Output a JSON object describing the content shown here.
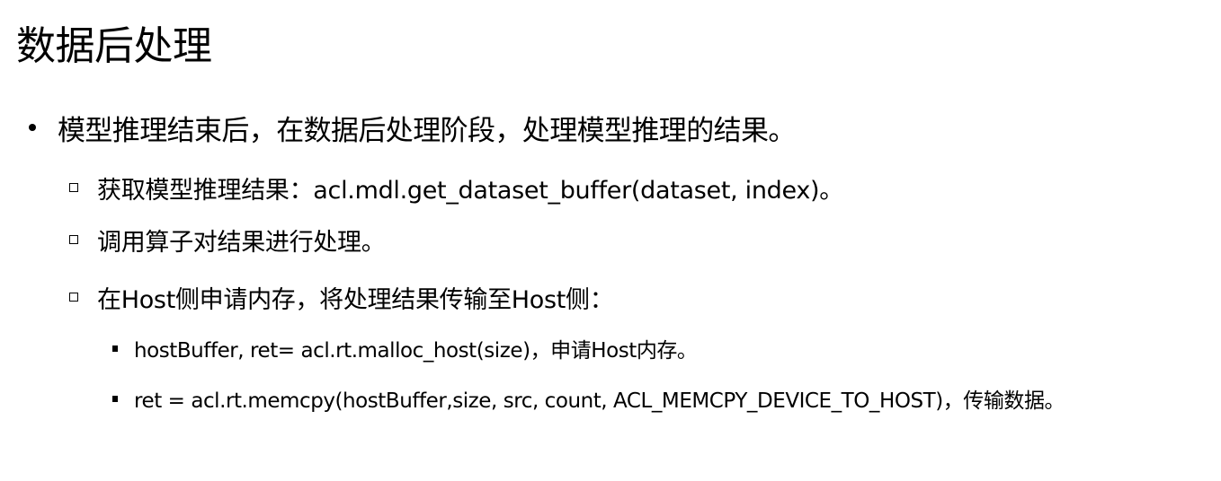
{
  "slide": {
    "title": "数据后处理",
    "bullets": [
      {
        "text": "模型推理结束后，在数据后处理阶段，处理模型推理的结果。",
        "children": [
          {
            "text": "获取模型推理结果：acl.mdl.get_dataset_buffer(dataset, index)。"
          },
          {
            "text": "调用算子对结果进行处理。"
          },
          {
            "text": "在Host侧申请内存，将处理结果传输至Host侧：",
            "children": [
              {
                "text": "hostBuffer, ret= acl.rt.malloc_host(size)，申请Host内存。"
              },
              {
                "text": "ret = acl.rt.memcpy(hostBuffer,size, src, count, ACL_MEMCPY_DEVICE_TO_HOST)，传输数据。"
              }
            ]
          }
        ]
      }
    ]
  },
  "colors": {
    "text": "#000000",
    "background": "#ffffff"
  },
  "icons": {
    "level1": "filled-circle-bullet-icon",
    "level2": "hollow-square-bullet-icon",
    "level3": "filled-square-bullet-icon"
  }
}
